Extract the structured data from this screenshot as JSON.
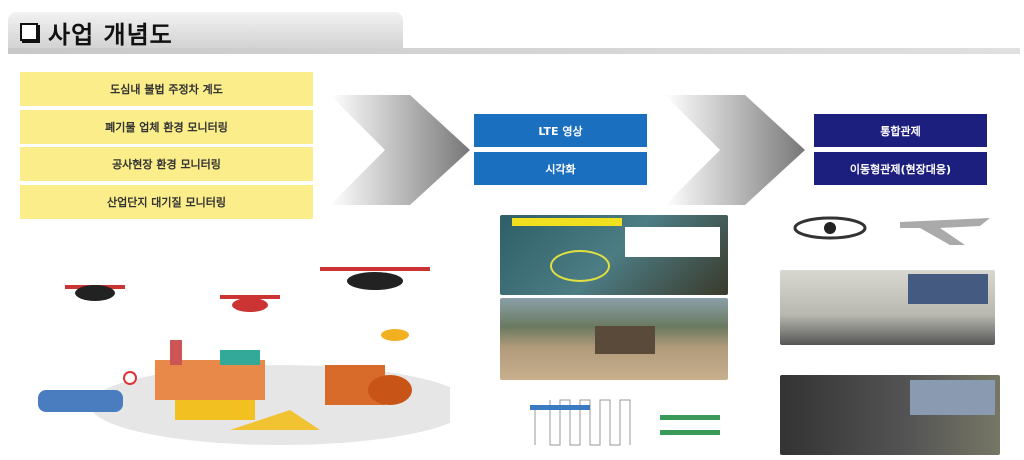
{
  "header": {
    "title": "사업 개념도"
  },
  "use_cases": [
    "도심내 불법 주정차 계도",
    "폐기물 업체 환경 모니터링",
    "공사현장 환경 모니터링",
    "산업단지 대기질 모니터링"
  ],
  "processing": {
    "items": [
      "LTE 영상",
      "시각화"
    ]
  },
  "control": {
    "items": [
      "통합관제",
      "이동형관제(현장대응)"
    ]
  },
  "colors": {
    "yellow": "#fbee8a",
    "blue": "#1b6fbf",
    "navy": "#1d1f7e"
  }
}
